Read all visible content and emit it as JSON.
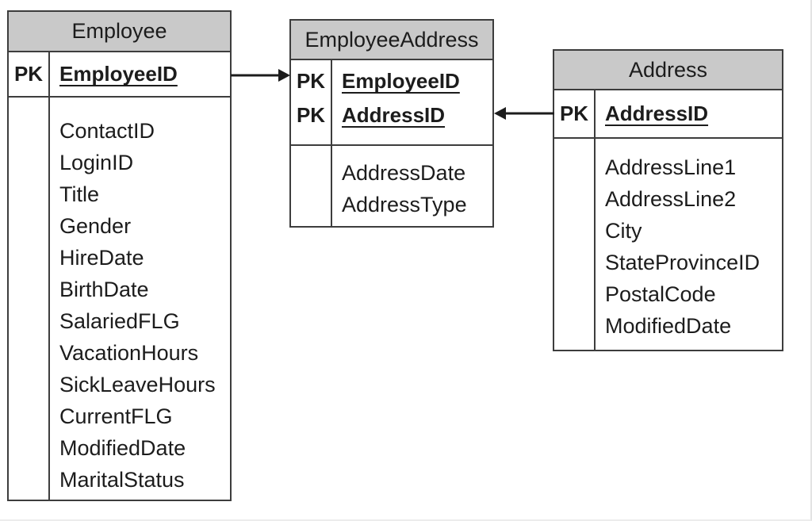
{
  "diagram": {
    "type": "entity-relationship",
    "tables": [
      {
        "title": "Employee",
        "primary_keys": [
          {
            "tag": "PK",
            "name": "EmployeeID"
          }
        ],
        "attributes": [
          "ContactID",
          "LoginID",
          "Title",
          "Gender",
          "HireDate",
          "BirthDate",
          "SalariedFLG",
          "VacationHours",
          "SickLeaveHours",
          "CurrentFLG",
          "ModifiedDate",
          "MaritalStatus"
        ]
      },
      {
        "title": "EmployeeAddress",
        "primary_keys": [
          {
            "tag": "PK",
            "name": "EmployeeID"
          },
          {
            "tag": "PK",
            "name": "AddressID"
          }
        ],
        "attributes": [
          "AddressDate",
          "AddressType"
        ]
      },
      {
        "title": "Address",
        "primary_keys": [
          {
            "tag": "PK",
            "name": "AddressID"
          }
        ],
        "attributes": [
          "AddressLine1",
          "AddressLine2",
          "City",
          "StateProvinceID",
          "PostalCode",
          "ModifiedDate"
        ]
      }
    ],
    "relationships": [
      {
        "from": "Employee.EmployeeID",
        "to": "EmployeeAddress.EmployeeID",
        "arrow_points": "right"
      },
      {
        "from": "Address.AddressID",
        "to": "EmployeeAddress.AddressID",
        "arrow_points": "left"
      }
    ],
    "colors": {
      "header_bg": "#c9c9c9",
      "border": "#3d3d3d",
      "text": "#1c1c1c",
      "background": "#ffffff"
    }
  }
}
